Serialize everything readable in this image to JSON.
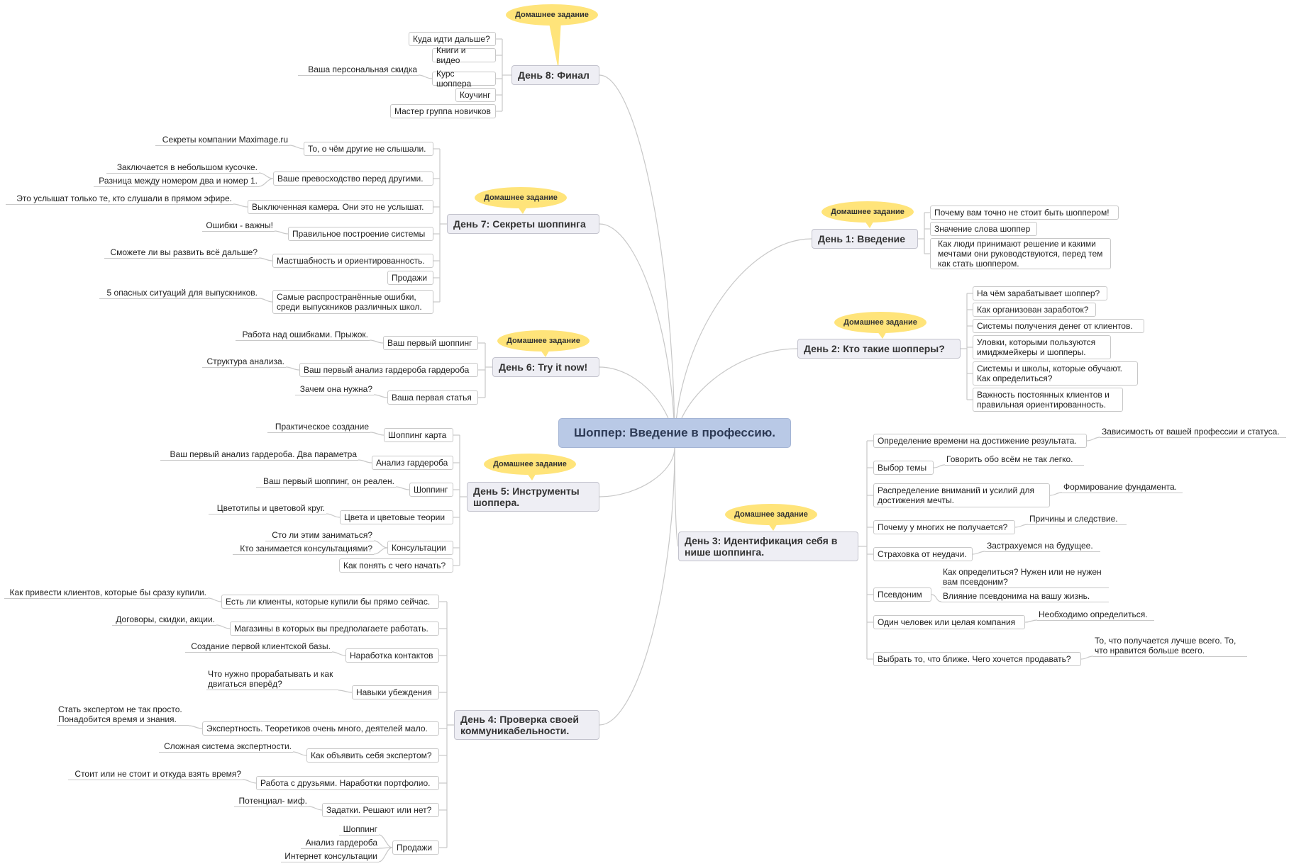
{
  "center": "Шоппер: Введение в профессию.",
  "callout_label": "Домашнее задание",
  "d1": {
    "title": "День 1: Введение",
    "items": [
      "Почему вам точно не стоит быть шоппером!",
      "Значение слова шоппер",
      "Как люди принимают решение и какими мечтами они руководствуются, перед тем как стать шоппером."
    ]
  },
  "d2": {
    "title": "День 2: Кто такие шопперы?",
    "items": [
      "На чём зарабатывает шоппер?",
      "Как организован заработок?",
      "Системы получения денег от клиентов.",
      "Уловки, которыми пользуются имиджмейкеры и шопперы.",
      "Системы и школы, которые обучают. Как определиться?",
      "Важность постоянных клиентов и правильная ориентированность."
    ]
  },
  "d3": {
    "title": "День 3: Идентификация себя в нише шоппинга.",
    "items": [
      "Определение времени на достижение результата.",
      "Выбор темы",
      "Распределение вниманий и усилий для достижения мечты.",
      "Почему у многих не получается?",
      "Страховка от неудачи.",
      "Псевдоним",
      "Один человек или целая компания",
      "Выбрать то, что ближе. Чего хочется продавать?"
    ],
    "notes": [
      "Зависимость от вашей профессии и статуса.",
      "Говорить обо всём не так легко.",
      "Формирование фундамента.",
      "Причины и следствие.",
      "Застрахуемся на будущее.",
      "Как определиться? Нужен или не нужен вам псевдоним?",
      "Влияние псевдонима на вашу жизнь.",
      "Необходимо определиться.",
      "То, что получается лучше всего. То, что нравится больше всего."
    ]
  },
  "d4": {
    "title": "День 4: Проверка своей коммуникабельности.",
    "items": [
      "Есть ли клиенты, которые купили бы прямо сейчас.",
      "Магазины в которых вы предполагаете работать.",
      "Наработка контактов",
      "Навыки убеждения",
      "Экспертность. Теоретиков очень много, деятелей мало.",
      "Как объявить себя экспертом?",
      "Работа с друзьями. Наработки портфолио.",
      "Задатки. Решают или нет?",
      "Продажи"
    ],
    "notes": [
      "Как привести клиентов, которые бы сразу купили.",
      "Договоры, скидки, акции.",
      "Создание первой клиентской базы.",
      "Что нужно прорабатывать и как двигаться вперёд?",
      "Стать экспертом не так просто. Понадобится время и знания.",
      "Сложная система экспертности.",
      "Стоит или не стоит и откуда взять время?",
      "Потенциал- миф.",
      "Шоппинг",
      "Анализ гардероба",
      "Интернет консультации"
    ]
  },
  "d5": {
    "title": "День 5: Инструменты шоппера.",
    "items": [
      "Шоппинг карта",
      "Анализ гардероба",
      "Шоппинг",
      "Цвета и цветовые теории",
      "Консультации",
      "Как понять с чего начать?"
    ],
    "notes": [
      "Практическое создание",
      "Ваш первый анализ гардероба. Два параметра",
      "Ваш первый шоппинг, он реален.",
      "Цветотипы и цветовой круг.",
      "Сто ли этим заниматься?",
      "Кто занимается консультациями?"
    ]
  },
  "d6": {
    "title": "День 6: Try it now!",
    "items": [
      "Ваш первый шоппинг",
      "Ваш первый анализ гардероба гардероба",
      "Ваша первая статья"
    ],
    "notes": [
      "Работа над ошибками. Прыжок.",
      "Структура анализа.",
      "Зачем она нужна?"
    ]
  },
  "d7": {
    "title": "День 7: Секреты шоппинга",
    "items": [
      "То, о чём другие не слышали.",
      "Ваше превосходство перед другими.",
      "Выключенная камера. Они это не услышат.",
      "Правильное построение системы",
      "Мастшабность и ориентированность.",
      "Продажи",
      "Самые распространённые ошибки, среди выпускников различных школ."
    ],
    "notes": [
      "Секреты компании Maximage.ru",
      "Заключается в небольшом кусочке.",
      "Разница между номером два и номер 1.",
      "Это услышат только те, кто слушали в прямом эфире.",
      "Ошибки - важны!",
      "Сможете ли вы развить всё дальше?",
      "5 опасных ситуаций для выпускников."
    ]
  },
  "d8": {
    "title": "День 8: Финал",
    "items": [
      "Куда идти дальше?",
      "Книги и видео",
      "Курс шоппера",
      "Коучинг",
      "Мастер группа новичков"
    ],
    "notes": [
      "Ваша персональная скидка"
    ]
  },
  "colors": {
    "center": "#b9c9e6",
    "main": "#eeeef4",
    "callout": "#ffe47a",
    "line": "#c8c8c8"
  }
}
